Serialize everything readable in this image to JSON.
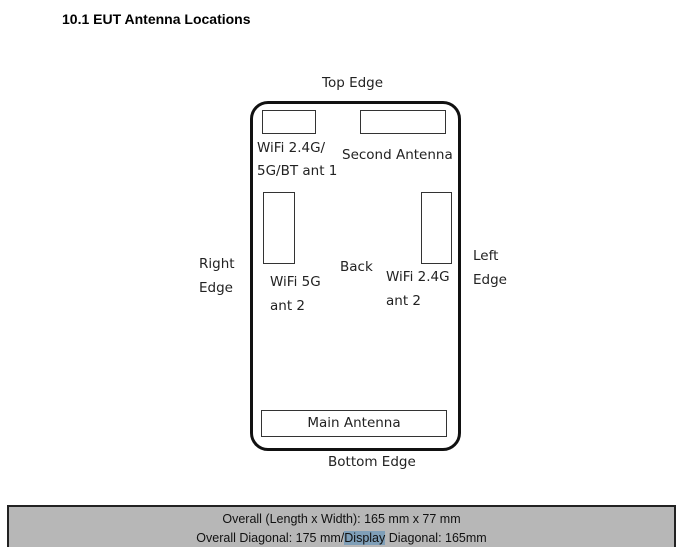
{
  "heading": "10.1 EUT Antenna Locations",
  "diagram": {
    "top_edge": "Top Edge",
    "bottom_edge": "Bottom Edge",
    "right_edge_1": "Right",
    "right_edge_2": "Edge",
    "left_edge_1": "Left",
    "left_edge_2": "Edge",
    "back": "Back",
    "wifi_ant1_1": "WiFi 2.4G/",
    "wifi_ant1_2": "5G/BT ant 1",
    "second_antenna": "Second Antenna",
    "wifi5g_1": "WiFi 5G",
    "wifi5g_2": "ant 2",
    "wifi24_1": "WiFi 2.4G",
    "wifi24_2": "ant 2",
    "main_antenna": "Main Antenna"
  },
  "info": {
    "line1": "Overall (Length x Width): 165 mm x 77 mm",
    "line2_a": "Overall Diagonal: 175 mm/",
    "line2_b": "Display",
    "line2_c": " Diagonal: 165mm"
  }
}
